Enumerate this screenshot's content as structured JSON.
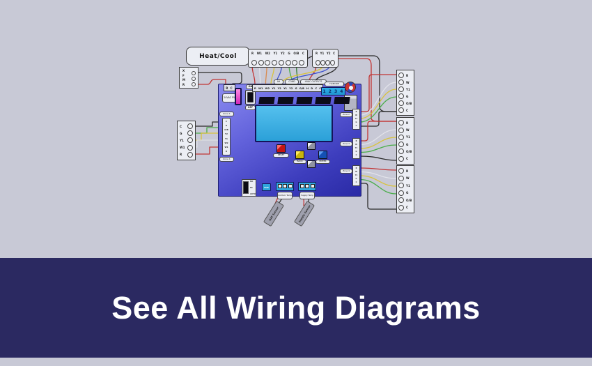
{
  "banner": {
    "title": "See All Wiring Diagrams"
  },
  "colors": {
    "background": "#c8c9d6",
    "banner_bg": "#2b2961",
    "banner_text": "#ffffff",
    "board_blue": "#4242c2",
    "screen_blue": "#36a9e1",
    "led_pink": "#e23cc0",
    "wire_red": "#c23434",
    "wire_yellow": "#d9c33c",
    "wire_green": "#4aad4a",
    "wire_dark_green": "#2e7d32",
    "wire_blue": "#3a4fd0",
    "wire_black": "#2b2b2b",
    "wire_white": "#e2e3ea",
    "wire_orange": "#d98a4e"
  },
  "heat_cool": {
    "label": "Heat/Cool"
  },
  "xfmr": {
    "letters": [
      "X",
      "F",
      "M",
      "R"
    ]
  },
  "strip1": {
    "labels": [
      "R",
      "W1",
      "W2",
      "Y1",
      "Y2",
      "G",
      "O/B",
      "C"
    ]
  },
  "strip2": {
    "labels": [
      "R",
      "Y1",
      "Y2",
      "C"
    ]
  },
  "board": {
    "power_terminal": "R C",
    "power_tag": "24VAC PWR",
    "switch_on": "ON",
    "switch_off": "OFF",
    "strip_labels": [
      "R",
      "W1",
      "W2",
      "Y1",
      "Y2",
      "Y1",
      "Y2",
      "G",
      "O/B",
      "H",
      "D",
      "C",
      "C"
    ],
    "group_tags": {
      "ah": "AH",
      "cond": "COND",
      "hvac": "HVAC OUTPUTS"
    },
    "display_tag": "TS/MODE",
    "display_text": "1 2 3 4",
    "buttons": {
      "reset": "RESET",
      "back": "BACK",
      "enter": "ENTER"
    },
    "zone1_tag": "Zone 1",
    "zone1_pins": [
      "C",
      "G",
      "O/B",
      "Y2",
      "Y1",
      "W2",
      "W1",
      "R"
    ],
    "zone_tags": [
      "Zone 2",
      "Zone 3",
      "Zone 4"
    ],
    "zone_conn_pins": [
      "R",
      "W",
      "Y1",
      "G",
      "C"
    ],
    "dip_labels": [
      "NO",
      "NC",
      "AUTO"
    ],
    "purge_label": "PUR",
    "sensor_conn_a_tag": "Outdoor Temp",
    "sensor_conn_b_tag": "Supply Temp"
  },
  "left_thermostat": {
    "labels": [
      "C",
      "G",
      "Y1",
      "W1",
      "R"
    ]
  },
  "right_thermostats": {
    "labels": [
      "R",
      "W",
      "Y1",
      "G",
      "O/B",
      "C"
    ]
  },
  "sensors": {
    "oat": "OAT Sensor",
    "supply": "Supply Sensor"
  }
}
